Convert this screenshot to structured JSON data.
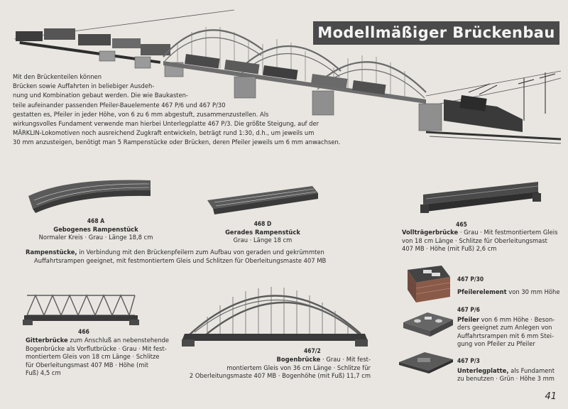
{
  "title": "Modellmäßiger Brückenbau",
  "intro": {
    "lines": [
      "Mit den Brückenteilen können",
      "Brücken sowie Auffahrten in beliebiger Ausdeh-",
      "nung und Kombination gebaut werden. Die wie Baukasten-",
      "teile aufeinander passenden Pfeiler-Bauelemente 467 P/6 und 467 P/30",
      "gestatten es, Pfeiler in jeder Höhe, von 6 zu 6 mm abgestuft, zusammenzustellen. Als",
      "wirkungsvolles Fundament verwende man hierbei Unterlegplatte 467 P/3. Die größte Steigung, auf der",
      "MÄRKLIN-Lokomotiven noch ausreichend Zugkraft entwickeln, beträgt rund 1:30, d.h., um jeweils um",
      "30 mm anzusteigen, benötigt man 5 Rampenstücke oder Brücken, deren Pfeiler jeweils um 6 mm anwachsen."
    ]
  },
  "items": {
    "i468a": {
      "number": "468 A",
      "name": "Gebogenes Rampenstück",
      "desc": "Normaler Kreis · Grau · Länge 18,8 cm"
    },
    "i468d": {
      "number": "468 D",
      "name": "Gerades Rampenstück",
      "desc": "Grau · Länge 18 cm"
    },
    "rampen": {
      "lead": "Rampenstücke,",
      "line1": " in Verbindung mit den Brückenpfeilern zum Aufbau von geraden und gekrümmten",
      "line2": "Auffahrtsrampen geeignet, mit festmontiertem Gleis und Schlitzen für Oberleitungsmaste 407 MB"
    },
    "i465": {
      "number": "465",
      "name": "Vollträgerbrücke",
      "line1": " · Grau · Mit festmontiertem Gleis",
      "line2": "von 18 cm Länge · Schlitze für Oberleitungsmast",
      "line3": "407 MB · Höhe (mit Fuß) 2,6 cm"
    },
    "i466": {
      "number": "466",
      "name": "Gitterbrücke",
      "line1": " zum Anschluß an nebenstehende",
      "line2": "Bogenbrücke als Vorflutbrücke · Grau · Mit fest-",
      "line3": "montiertem Gleis von 18 cm Länge · Schlitze",
      "line4": "für Oberleitungsmast 407 MB · Höhe (mit",
      "line5": "Fuß) 4,5 cm"
    },
    "i4672": {
      "number": "467/2",
      "name": "Bogenbrücke",
      "line1": " · Grau · Mit fest-",
      "line2": "montiertem Gleis von 36 cm Länge · Schlitze für",
      "line3": "2 Oberleitungsmaste 407 MB · Bogenhöhe (mit Fuß) 11,7 cm"
    },
    "p30": {
      "number": "467 P/30",
      "name": "Pfeilerelement",
      "desc": " von 30 mm Höhe"
    },
    "p6": {
      "number": "467 P/6",
      "name": "Pfeiler",
      "line1": " von 6 mm Höhe · Beson-",
      "line2": "ders geeignet zum Anlegen von",
      "line3": "Auffahrtsrampen mit 6 mm Stei-",
      "line4": "gung von Pfeiler zu Pfeiler"
    },
    "p3": {
      "number": "467 P/3",
      "name": "Unterlegplatte,",
      "line1": " als Fundament",
      "line2": "zu benutzen · Grün · Höhe 3 mm"
    }
  },
  "page_number": "41"
}
